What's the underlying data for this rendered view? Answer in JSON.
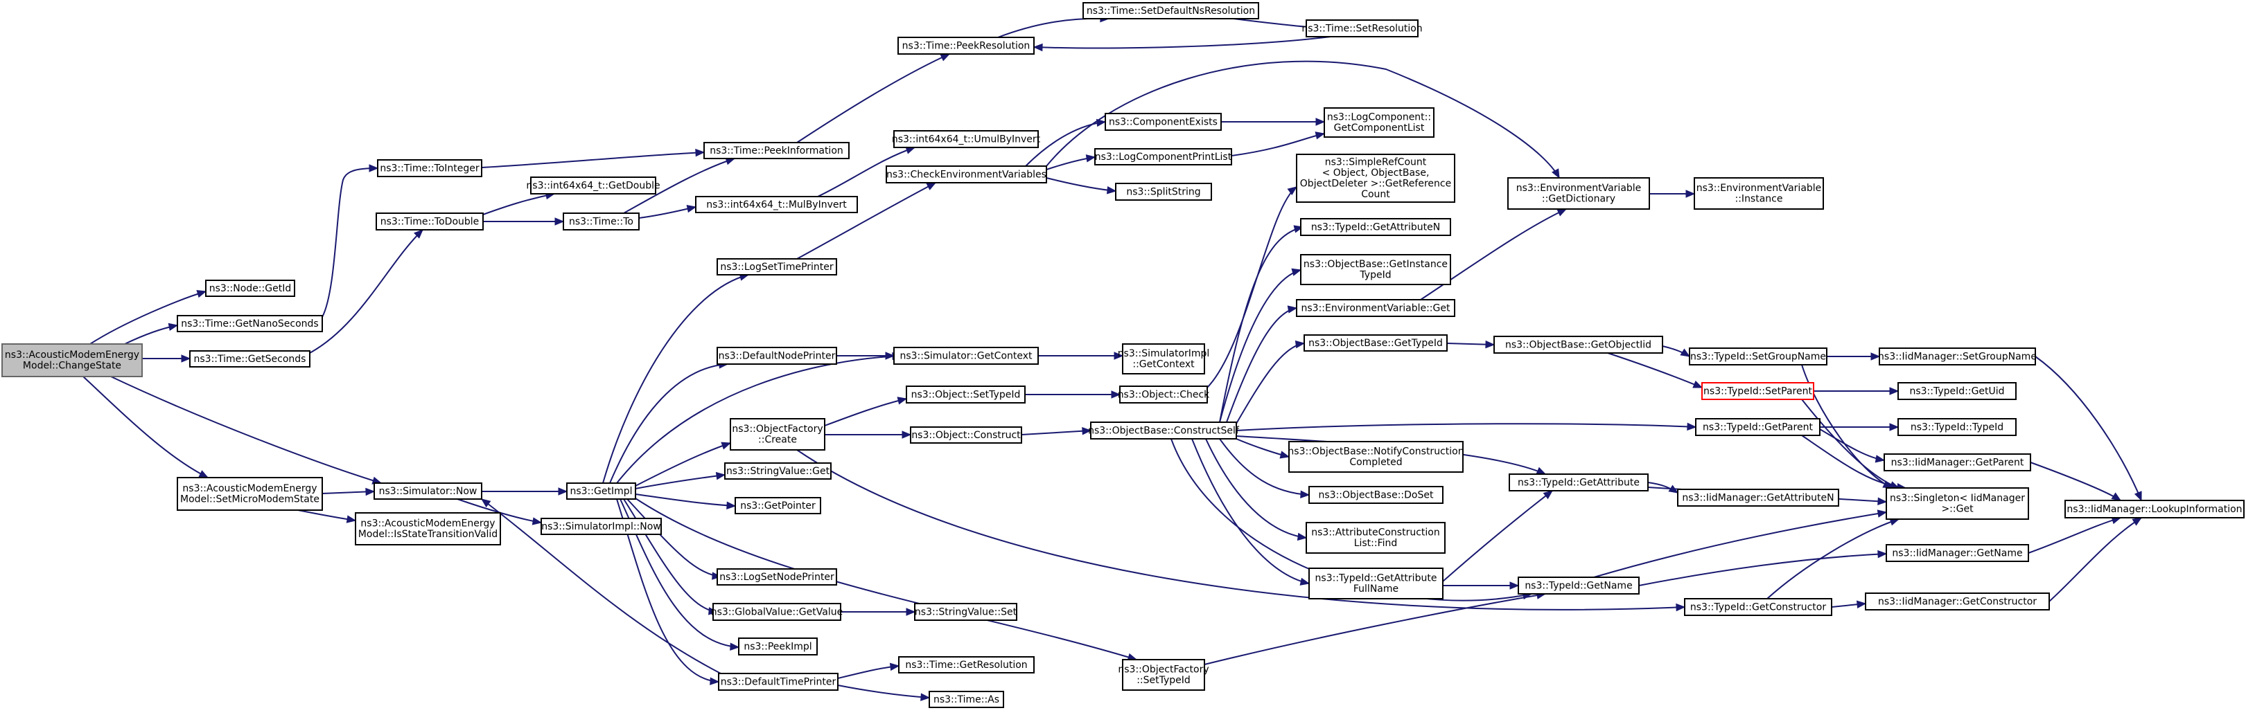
{
  "diagram": {
    "type": "call-graph",
    "colors": {
      "edge": "#191970",
      "root_fill": "#bfbfbf",
      "root_border": "#666666",
      "node_border": "#000000",
      "highlight_border": "#ff0000"
    },
    "nodes": [
      {
        "id": "n0",
        "lines": [
          "ns3::AcousticModemEnergy",
          "Model::ChangeState"
        ],
        "root": true
      },
      {
        "id": "n1",
        "lines": [
          "ns3::Node::GetId"
        ]
      },
      {
        "id": "n2",
        "lines": [
          "ns3::Time::GetNanoSeconds"
        ]
      },
      {
        "id": "n3",
        "lines": [
          "ns3::Time::GetSeconds"
        ]
      },
      {
        "id": "n4",
        "lines": [
          "ns3::AcousticModemEnergy",
          "Model::SetMicroModemState"
        ]
      },
      {
        "id": "n5",
        "lines": [
          "ns3::AcousticModemEnergy",
          "Model::IsStateTransitionValid"
        ]
      },
      {
        "id": "n6",
        "lines": [
          "ns3::Simulator::Now"
        ]
      },
      {
        "id": "n7",
        "lines": [
          "ns3::Time::ToInteger"
        ]
      },
      {
        "id": "n8",
        "lines": [
          "ns3::Time::ToDouble"
        ]
      },
      {
        "id": "n9",
        "lines": [
          "ns3::int64x64_t::GetDouble"
        ]
      },
      {
        "id": "n10",
        "lines": [
          "ns3::Time::To"
        ]
      },
      {
        "id": "n11",
        "lines": [
          "ns3::Time::PeekInformation"
        ]
      },
      {
        "id": "n12",
        "lines": [
          "ns3::int64x64_t::MulByInvert"
        ]
      },
      {
        "id": "n13",
        "lines": [
          "ns3::int64x64_t::UmulByInvert"
        ]
      },
      {
        "id": "n14",
        "lines": [
          "ns3::Time::PeekResolution"
        ]
      },
      {
        "id": "n15",
        "lines": [
          "ns3::Time::SetDefaultNsResolution"
        ]
      },
      {
        "id": "n16",
        "lines": [
          "ns3::Time::SetResolution"
        ]
      },
      {
        "id": "n17",
        "lines": [
          "ns3::GetImpl"
        ]
      },
      {
        "id": "n18",
        "lines": [
          "ns3::SimulatorImpl::Now"
        ]
      },
      {
        "id": "n19",
        "lines": [
          "ns3::LogSetTimePrinter"
        ]
      },
      {
        "id": "n20",
        "lines": [
          "ns3::CheckEnvironmentVariables"
        ]
      },
      {
        "id": "n21",
        "lines": [
          "ns3::ComponentExists"
        ]
      },
      {
        "id": "n22",
        "lines": [
          "ns3::LogComponentPrintList"
        ]
      },
      {
        "id": "n23",
        "lines": [
          "ns3::SplitString"
        ]
      },
      {
        "id": "n24",
        "lines": [
          "ns3::LogComponent::",
          "GetComponentList"
        ]
      },
      {
        "id": "n25",
        "lines": [
          "ns3::EnvironmentVariable",
          "::GetDictionary"
        ]
      },
      {
        "id": "n26",
        "lines": [
          "ns3::EnvironmentVariable",
          "::Instance"
        ]
      },
      {
        "id": "n27",
        "lines": [
          "ns3::DefaultNodePrinter"
        ]
      },
      {
        "id": "n28",
        "lines": [
          "ns3::Simulator::GetContext"
        ]
      },
      {
        "id": "n29",
        "lines": [
          "ns3::SimulatorImpl",
          "::GetContext"
        ]
      },
      {
        "id": "n30",
        "lines": [
          "ns3::ObjectFactory",
          "::Create"
        ]
      },
      {
        "id": "n31",
        "lines": [
          "ns3::Object::SetTypeId"
        ]
      },
      {
        "id": "n32",
        "lines": [
          "ns3::Object::Construct"
        ]
      },
      {
        "id": "n33",
        "lines": [
          "ns3::Object::Check"
        ]
      },
      {
        "id": "n34",
        "lines": [
          "ns3::ObjectBase::ConstructSelf"
        ]
      },
      {
        "id": "n35",
        "lines": [
          "ns3::StringValue::Get"
        ]
      },
      {
        "id": "n36",
        "lines": [
          "ns3::GetPointer"
        ]
      },
      {
        "id": "n37",
        "lines": [
          "ns3::LogSetNodePrinter"
        ]
      },
      {
        "id": "n38",
        "lines": [
          "ns3::GlobalValue::GetValue"
        ]
      },
      {
        "id": "n39",
        "lines": [
          "ns3::StringValue::Set"
        ]
      },
      {
        "id": "n40",
        "lines": [
          "ns3::PeekImpl"
        ]
      },
      {
        "id": "n41",
        "lines": [
          "ns3::DefaultTimePrinter"
        ]
      },
      {
        "id": "n42",
        "lines": [
          "ns3::Time::GetResolution"
        ]
      },
      {
        "id": "n43",
        "lines": [
          "ns3::Time::As"
        ]
      },
      {
        "id": "n44",
        "lines": [
          "ns3::ObjectFactory",
          "::SetTypeId"
        ]
      },
      {
        "id": "n45",
        "lines": [
          "ns3::SimpleRefCount",
          "< Object, ObjectBase,",
          "ObjectDeleter >::GetReference",
          "Count"
        ]
      },
      {
        "id": "n46",
        "lines": [
          "ns3::TypeId::GetAttributeN"
        ]
      },
      {
        "id": "n47",
        "lines": [
          "ns3::ObjectBase::GetInstance",
          "TypeId"
        ]
      },
      {
        "id": "n48",
        "lines": [
          "ns3::EnvironmentVariable::Get"
        ]
      },
      {
        "id": "n49",
        "lines": [
          "ns3::ObjectBase::GetTypeId"
        ]
      },
      {
        "id": "n50",
        "lines": [
          "ns3::ObjectBase::NotifyConstruction",
          "Completed"
        ]
      },
      {
        "id": "n51",
        "lines": [
          "ns3::ObjectBase::DoSet"
        ]
      },
      {
        "id": "n52",
        "lines": [
          "ns3::AttributeConstruction",
          "List::Find"
        ]
      },
      {
        "id": "n53",
        "lines": [
          "ns3::TypeId::GetAttribute",
          "FullName"
        ]
      },
      {
        "id": "n54",
        "lines": [
          "ns3::ObjectBase::GetObjectIid"
        ]
      },
      {
        "id": "n55",
        "lines": [
          "ns3::TypeId::GetAttribute"
        ]
      },
      {
        "id": "n56",
        "lines": [
          "ns3::TypeId::GetName"
        ]
      },
      {
        "id": "n57",
        "lines": [
          "ns3::TypeId::SetGroupName"
        ]
      },
      {
        "id": "n58",
        "lines": [
          "ns3::TypeId::SetParent"
        ],
        "highlight": true
      },
      {
        "id": "n59",
        "lines": [
          "ns3::TypeId::GetParent"
        ]
      },
      {
        "id": "n60",
        "lines": [
          "ns3::TypeId::GetConstructor"
        ]
      },
      {
        "id": "n61",
        "lines": [
          "ns3::IidManager::SetGroupName"
        ]
      },
      {
        "id": "n62",
        "lines": [
          "ns3::TypeId::GetUid"
        ]
      },
      {
        "id": "n63",
        "lines": [
          "ns3::TypeId::TypeId"
        ]
      },
      {
        "id": "n64",
        "lines": [
          "ns3::IidManager::GetParent"
        ]
      },
      {
        "id": "n65",
        "lines": [
          "ns3::IidManager::GetAttributeN"
        ]
      },
      {
        "id": "n66",
        "lines": [
          "ns3::Singleton< IidManager",
          ">::Get"
        ]
      },
      {
        "id": "n67",
        "lines": [
          "ns3::IidManager::GetName"
        ]
      },
      {
        "id": "n68",
        "lines": [
          "ns3::IidManager::GetConstructor"
        ]
      },
      {
        "id": "n69",
        "lines": [
          "ns3::IidManager::LookupInformation"
        ]
      }
    ],
    "edges": [
      [
        "n0",
        "n1"
      ],
      [
        "n0",
        "n2"
      ],
      [
        "n0",
        "n3"
      ],
      [
        "n0",
        "n4"
      ],
      [
        "n0",
        "n6"
      ],
      [
        "n2",
        "n7"
      ],
      [
        "n3",
        "n8"
      ],
      [
        "n4",
        "n6"
      ],
      [
        "n4",
        "n5"
      ],
      [
        "n6",
        "n17"
      ],
      [
        "n6",
        "n18"
      ],
      [
        "n7",
        "n11"
      ],
      [
        "n8",
        "n9"
      ],
      [
        "n8",
        "n10"
      ],
      [
        "n10",
        "n11"
      ],
      [
        "n10",
        "n12"
      ],
      [
        "n11",
        "n14"
      ],
      [
        "n12",
        "n13"
      ],
      [
        "n14",
        "n15"
      ],
      [
        "n15",
        "n16"
      ],
      [
        "n16",
        "n14"
      ],
      [
        "n17",
        "n19"
      ],
      [
        "n17",
        "n27"
      ],
      [
        "n17",
        "n28"
      ],
      [
        "n17",
        "n30"
      ],
      [
        "n17",
        "n35"
      ],
      [
        "n17",
        "n36"
      ],
      [
        "n17",
        "n37"
      ],
      [
        "n17",
        "n38"
      ],
      [
        "n17",
        "n40"
      ],
      [
        "n17",
        "n41"
      ],
      [
        "n17",
        "n44"
      ],
      [
        "n19",
        "n20"
      ],
      [
        "n20",
        "n21"
      ],
      [
        "n20",
        "n22"
      ],
      [
        "n20",
        "n23"
      ],
      [
        "n20",
        "n25"
      ],
      [
        "n21",
        "n24"
      ],
      [
        "n22",
        "n24"
      ],
      [
        "n25",
        "n26"
      ],
      [
        "n27",
        "n28"
      ],
      [
        "n28",
        "n29"
      ],
      [
        "n30",
        "n31"
      ],
      [
        "n30",
        "n32"
      ],
      [
        "n30",
        "n60"
      ],
      [
        "n31",
        "n33"
      ],
      [
        "n32",
        "n34"
      ],
      [
        "n33",
        "n45"
      ],
      [
        "n34",
        "n46"
      ],
      [
        "n34",
        "n47"
      ],
      [
        "n34",
        "n48"
      ],
      [
        "n34",
        "n49"
      ],
      [
        "n34",
        "n50"
      ],
      [
        "n34",
        "n51"
      ],
      [
        "n34",
        "n52"
      ],
      [
        "n34",
        "n53"
      ],
      [
        "n34",
        "n55"
      ],
      [
        "n34",
        "n56"
      ],
      [
        "n34",
        "n59"
      ],
      [
        "n38",
        "n39"
      ],
      [
        "n41",
        "n42"
      ],
      [
        "n41",
        "n43"
      ],
      [
        "n41",
        "n6"
      ],
      [
        "n44",
        "n56"
      ],
      [
        "n48",
        "n25"
      ],
      [
        "n49",
        "n54"
      ],
      [
        "n54",
        "n57"
      ],
      [
        "n54",
        "n58"
      ],
      [
        "n53",
        "n55"
      ],
      [
        "n53",
        "n56"
      ],
      [
        "n55",
        "n65"
      ],
      [
        "n55",
        "n66"
      ],
      [
        "n56",
        "n66"
      ],
      [
        "n56",
        "n67"
      ],
      [
        "n57",
        "n61"
      ],
      [
        "n57",
        "n66"
      ],
      [
        "n58",
        "n62"
      ],
      [
        "n58",
        "n66"
      ],
      [
        "n59",
        "n63"
      ],
      [
        "n59",
        "n64"
      ],
      [
        "n59",
        "n66"
      ],
      [
        "n60",
        "n66"
      ],
      [
        "n60",
        "n68"
      ],
      [
        "n61",
        "n69"
      ],
      [
        "n64",
        "n69"
      ],
      [
        "n67",
        "n69"
      ],
      [
        "n68",
        "n69"
      ]
    ]
  }
}
